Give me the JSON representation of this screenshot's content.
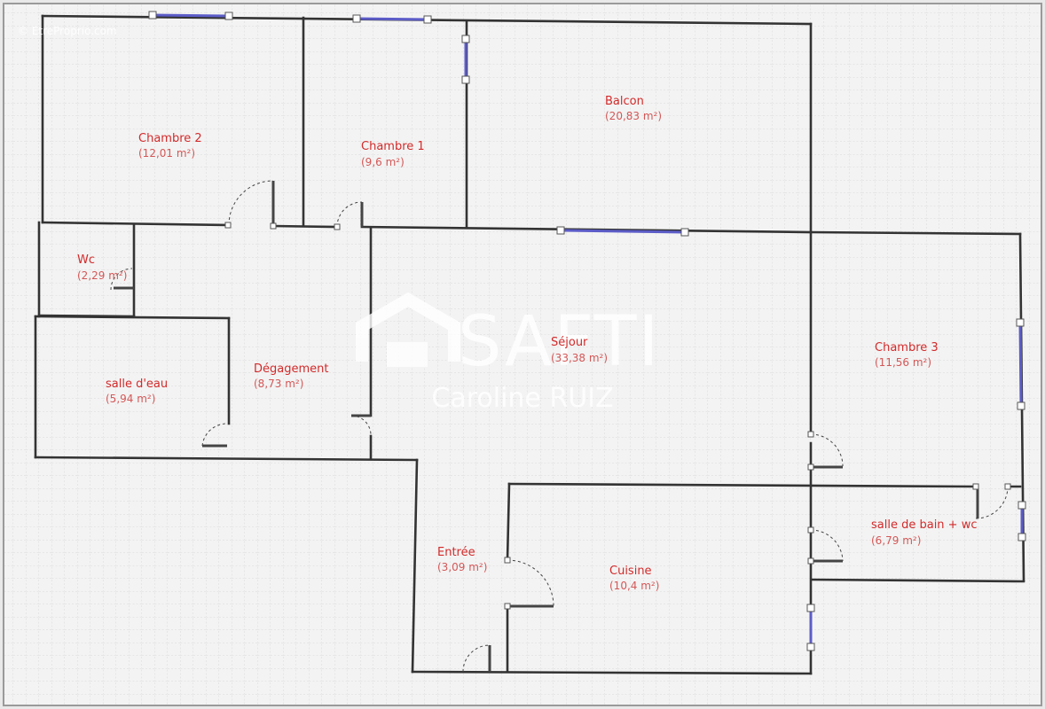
{
  "watermark": {
    "copyright": "© EtreProprio.com",
    "brand": "SAFTI",
    "agent": "Caroline RUIZ"
  },
  "rooms": [
    {
      "id": "chambre-2",
      "name": "Chambre 2",
      "area": "(12,01 m²)"
    },
    {
      "id": "chambre-1",
      "name": "Chambre 1",
      "area": "(9,6 m²)"
    },
    {
      "id": "balcon",
      "name": "Balcon",
      "area": "(20,83 m²)"
    },
    {
      "id": "wc",
      "name": "Wc",
      "area": "(2,29 m²)"
    },
    {
      "id": "salle-d-eau",
      "name": "salle d'eau",
      "area": "(5,94 m²)"
    },
    {
      "id": "degagement",
      "name": "Dégagement",
      "area": "(8,73 m²)"
    },
    {
      "id": "sejour",
      "name": "Séjour",
      "area": "(33,38 m²)"
    },
    {
      "id": "chambre-3",
      "name": "Chambre 3",
      "area": "(11,56 m²)"
    },
    {
      "id": "salle-de-bain-wc",
      "name": "salle de bain + wc",
      "area": "(6,79 m²)"
    },
    {
      "id": "entree",
      "name": "Entrée",
      "area": "(3,09 m²)"
    },
    {
      "id": "cuisine",
      "name": "Cuisine",
      "area": "(10,4 m²)"
    }
  ],
  "colors": {
    "grid_background": "#f2f2f2",
    "grid_line": "#cfcfcf",
    "wall": "#333333",
    "window": "#5c5cc8",
    "label": "#d32a2a"
  }
}
